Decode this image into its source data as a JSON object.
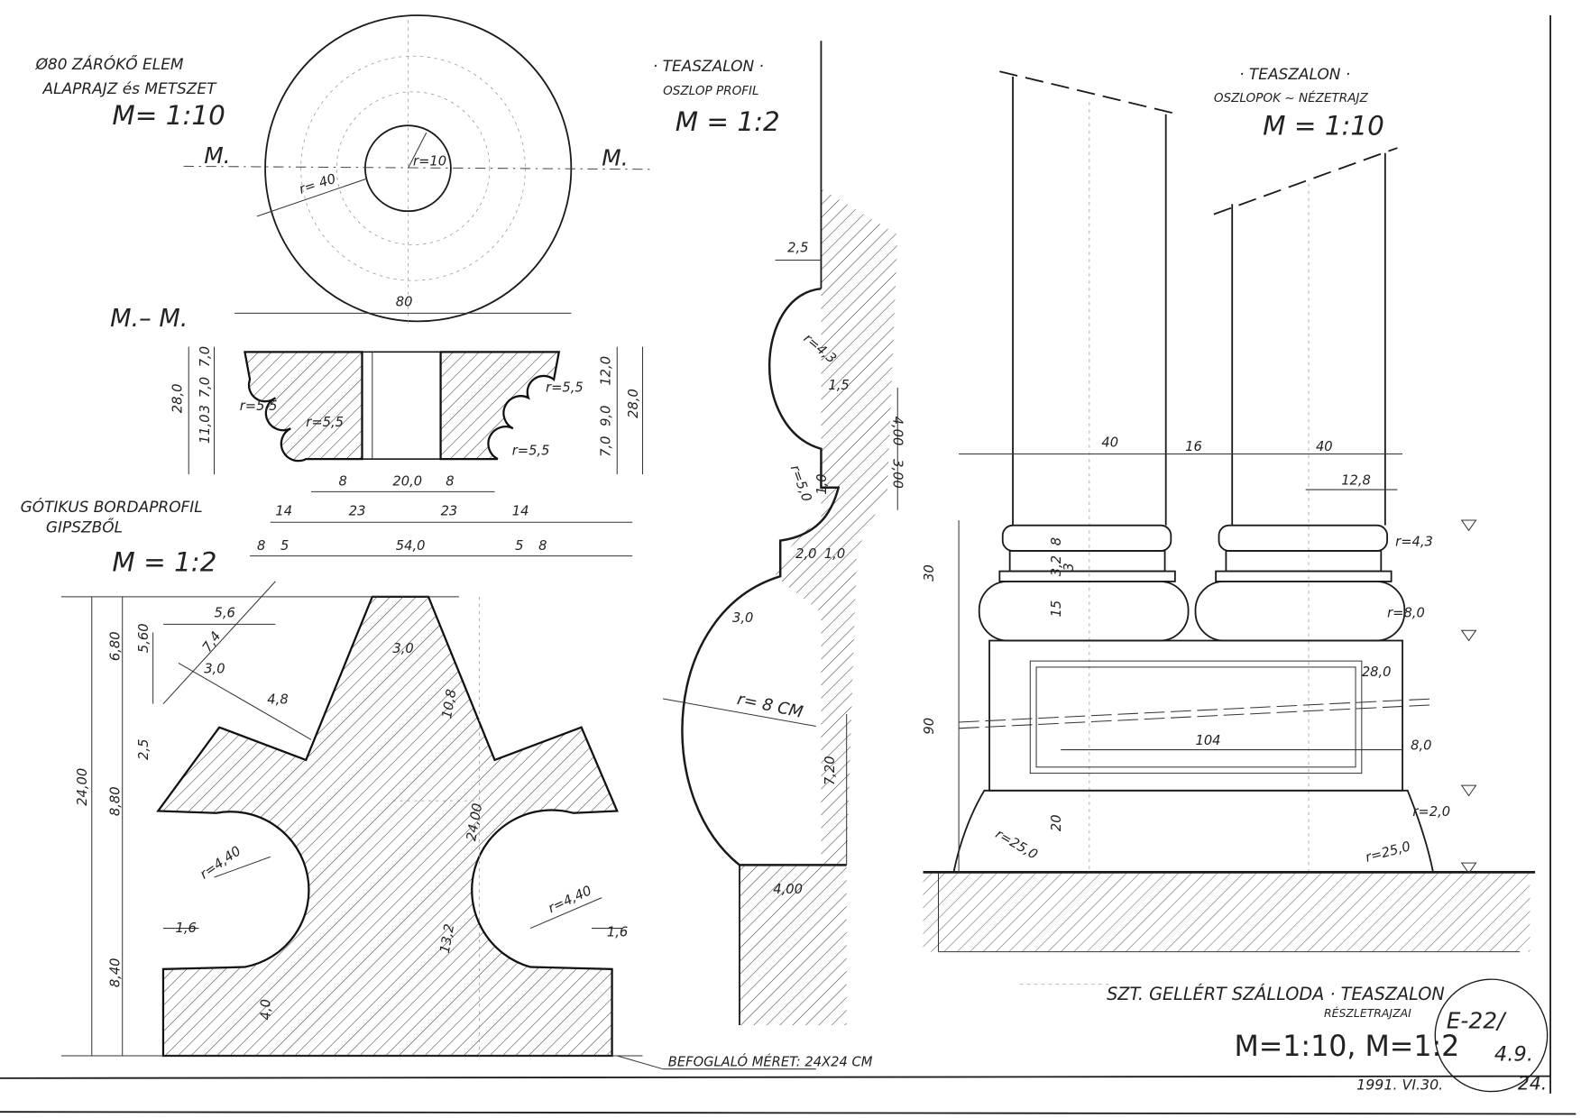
{
  "plan_section": {
    "title_line1": "Ø80 ZÁRÓKŐ ELEM",
    "title_line2": "ALAPRAJZ és METSZET",
    "scale": "M= 1:10",
    "section_mark_left": "M.",
    "section_mark_right": "M.",
    "section_label": "M.– M.",
    "radius_outer": "r= 40",
    "radius_inner": "r=10",
    "dim_overall": "80",
    "dims_row1": [
      "8",
      "20,0",
      "8"
    ],
    "dims_row2": [
      "14",
      "23",
      "23",
      "14"
    ],
    "dims_row3": [
      "8",
      "5",
      "54,0",
      "5",
      "8"
    ],
    "dims_left": [
      "28,0",
      "7,0",
      "7,0",
      "3",
      "11,0"
    ],
    "dims_right": [
      "12,0",
      "9,0",
      "7,0",
      "28,0"
    ],
    "radii": [
      "r=5,5",
      "r=5,5",
      "r=5,5",
      "r=5,5"
    ]
  },
  "rib_profile": {
    "title_line1": "GÓTIKUS BORDAPROFIL",
    "title_line2": "GIPSZBŐL",
    "scale": "M = 1:2",
    "dims": [
      "5,6",
      "7,4",
      "3,0",
      "4,8",
      "6,80",
      "5,60",
      "2,5",
      "8,80",
      "24,00",
      "8,40",
      "3,0",
      "10,8",
      "24,00",
      "13,2",
      "1,6",
      "1,6",
      "4,0",
      "r=4,40",
      "r=4,40"
    ],
    "note": "BEFOGLALÓ MÉRET: 24X24 CM"
  },
  "column_profile": {
    "title_line1": "· TEASZALON ·",
    "title_line2": "OSZLOP PROFIL",
    "scale": "M = 1:2",
    "dims": [
      "2,5",
      "r=4,3",
      "1,5",
      "4,00",
      "3,00",
      "r=5,0",
      "1,0",
      "2,0",
      "1,0",
      "3,0",
      "r= 8 CM",
      "7,20",
      "4,00"
    ]
  },
  "column_elevation": {
    "title_line1": "· TEASZALON ·",
    "title_line2": "OSZLOPOK ~ NÉZETRAJZ",
    "scale": "M = 1:10",
    "dims": [
      "40",
      "16",
      "40",
      "12,8",
      "r=4,3",
      "r=8,0",
      "28,0",
      "104",
      "8,0",
      "r=2,0",
      "r=25,0",
      "r=25,0",
      "30",
      "8",
      "3,2",
      "3",
      "15",
      "90",
      "20"
    ]
  },
  "title_block": {
    "project": "SZT. GELLÉRT SZÁLLODA · TEASZALON",
    "subtitle": "RÉSZLETRAJZAI",
    "scales": "M=1:10, M=1:2",
    "date": "1991. VI.30.",
    "drawing_no": "E-22/",
    "drawing_sub": "4.9.",
    "sheet_no": "24."
  }
}
